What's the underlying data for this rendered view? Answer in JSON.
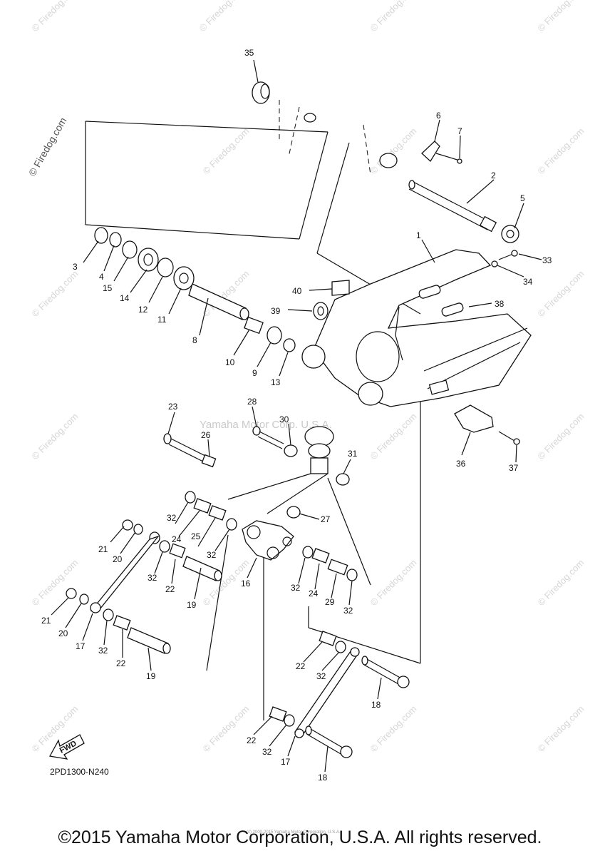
{
  "watermark": "© Firedog.com",
  "corp_watermark": "Yamaha Motor Corp. U.S.A.",
  "diagram_code": "2PD1300-N240",
  "fwd_label": "FWD",
  "small_credit": "(c) 2000-2015 Yamaha Motor Corporation, U.S.A.",
  "copyright": "©2015 Yamaha Motor Corporation, U.S.A. All rights reserved.",
  "part_numbers": [
    "1",
    "2",
    "3",
    "4",
    "5",
    "6",
    "7",
    "8",
    "9",
    "10",
    "11",
    "12",
    "13",
    "14",
    "15",
    "16",
    "17",
    "17",
    "18",
    "18",
    "19",
    "19",
    "20",
    "20",
    "21",
    "21",
    "22",
    "22",
    "22",
    "22",
    "23",
    "24",
    "24",
    "25",
    "26",
    "27",
    "28",
    "29",
    "30",
    "31",
    "32",
    "32",
    "32",
    "32",
    "32",
    "32",
    "32",
    "32",
    "33",
    "34",
    "35",
    "36",
    "37",
    "38",
    "39",
    "40"
  ]
}
